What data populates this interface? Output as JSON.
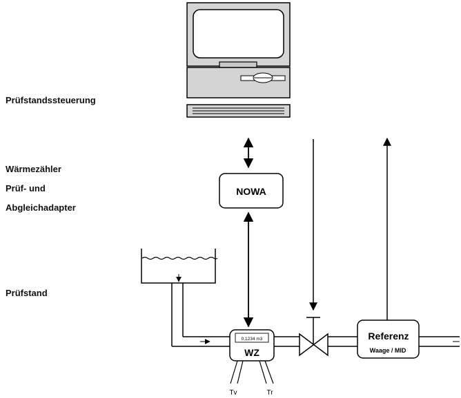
{
  "labels": {
    "control": "Prüfstandssteuerung",
    "meter_line1": "Wärmezähler",
    "meter_line2": "Prüf- und",
    "meter_line3": "Abgleichadapter",
    "bench": "Prüfstand"
  },
  "nodes": {
    "nowa": "NOWA",
    "wz_display": "0,1234 m3",
    "wz": "WZ",
    "referenz": "Referenz",
    "referenz_sub": "Waage / MID",
    "tv": "Tv",
    "tr": "Tr"
  }
}
